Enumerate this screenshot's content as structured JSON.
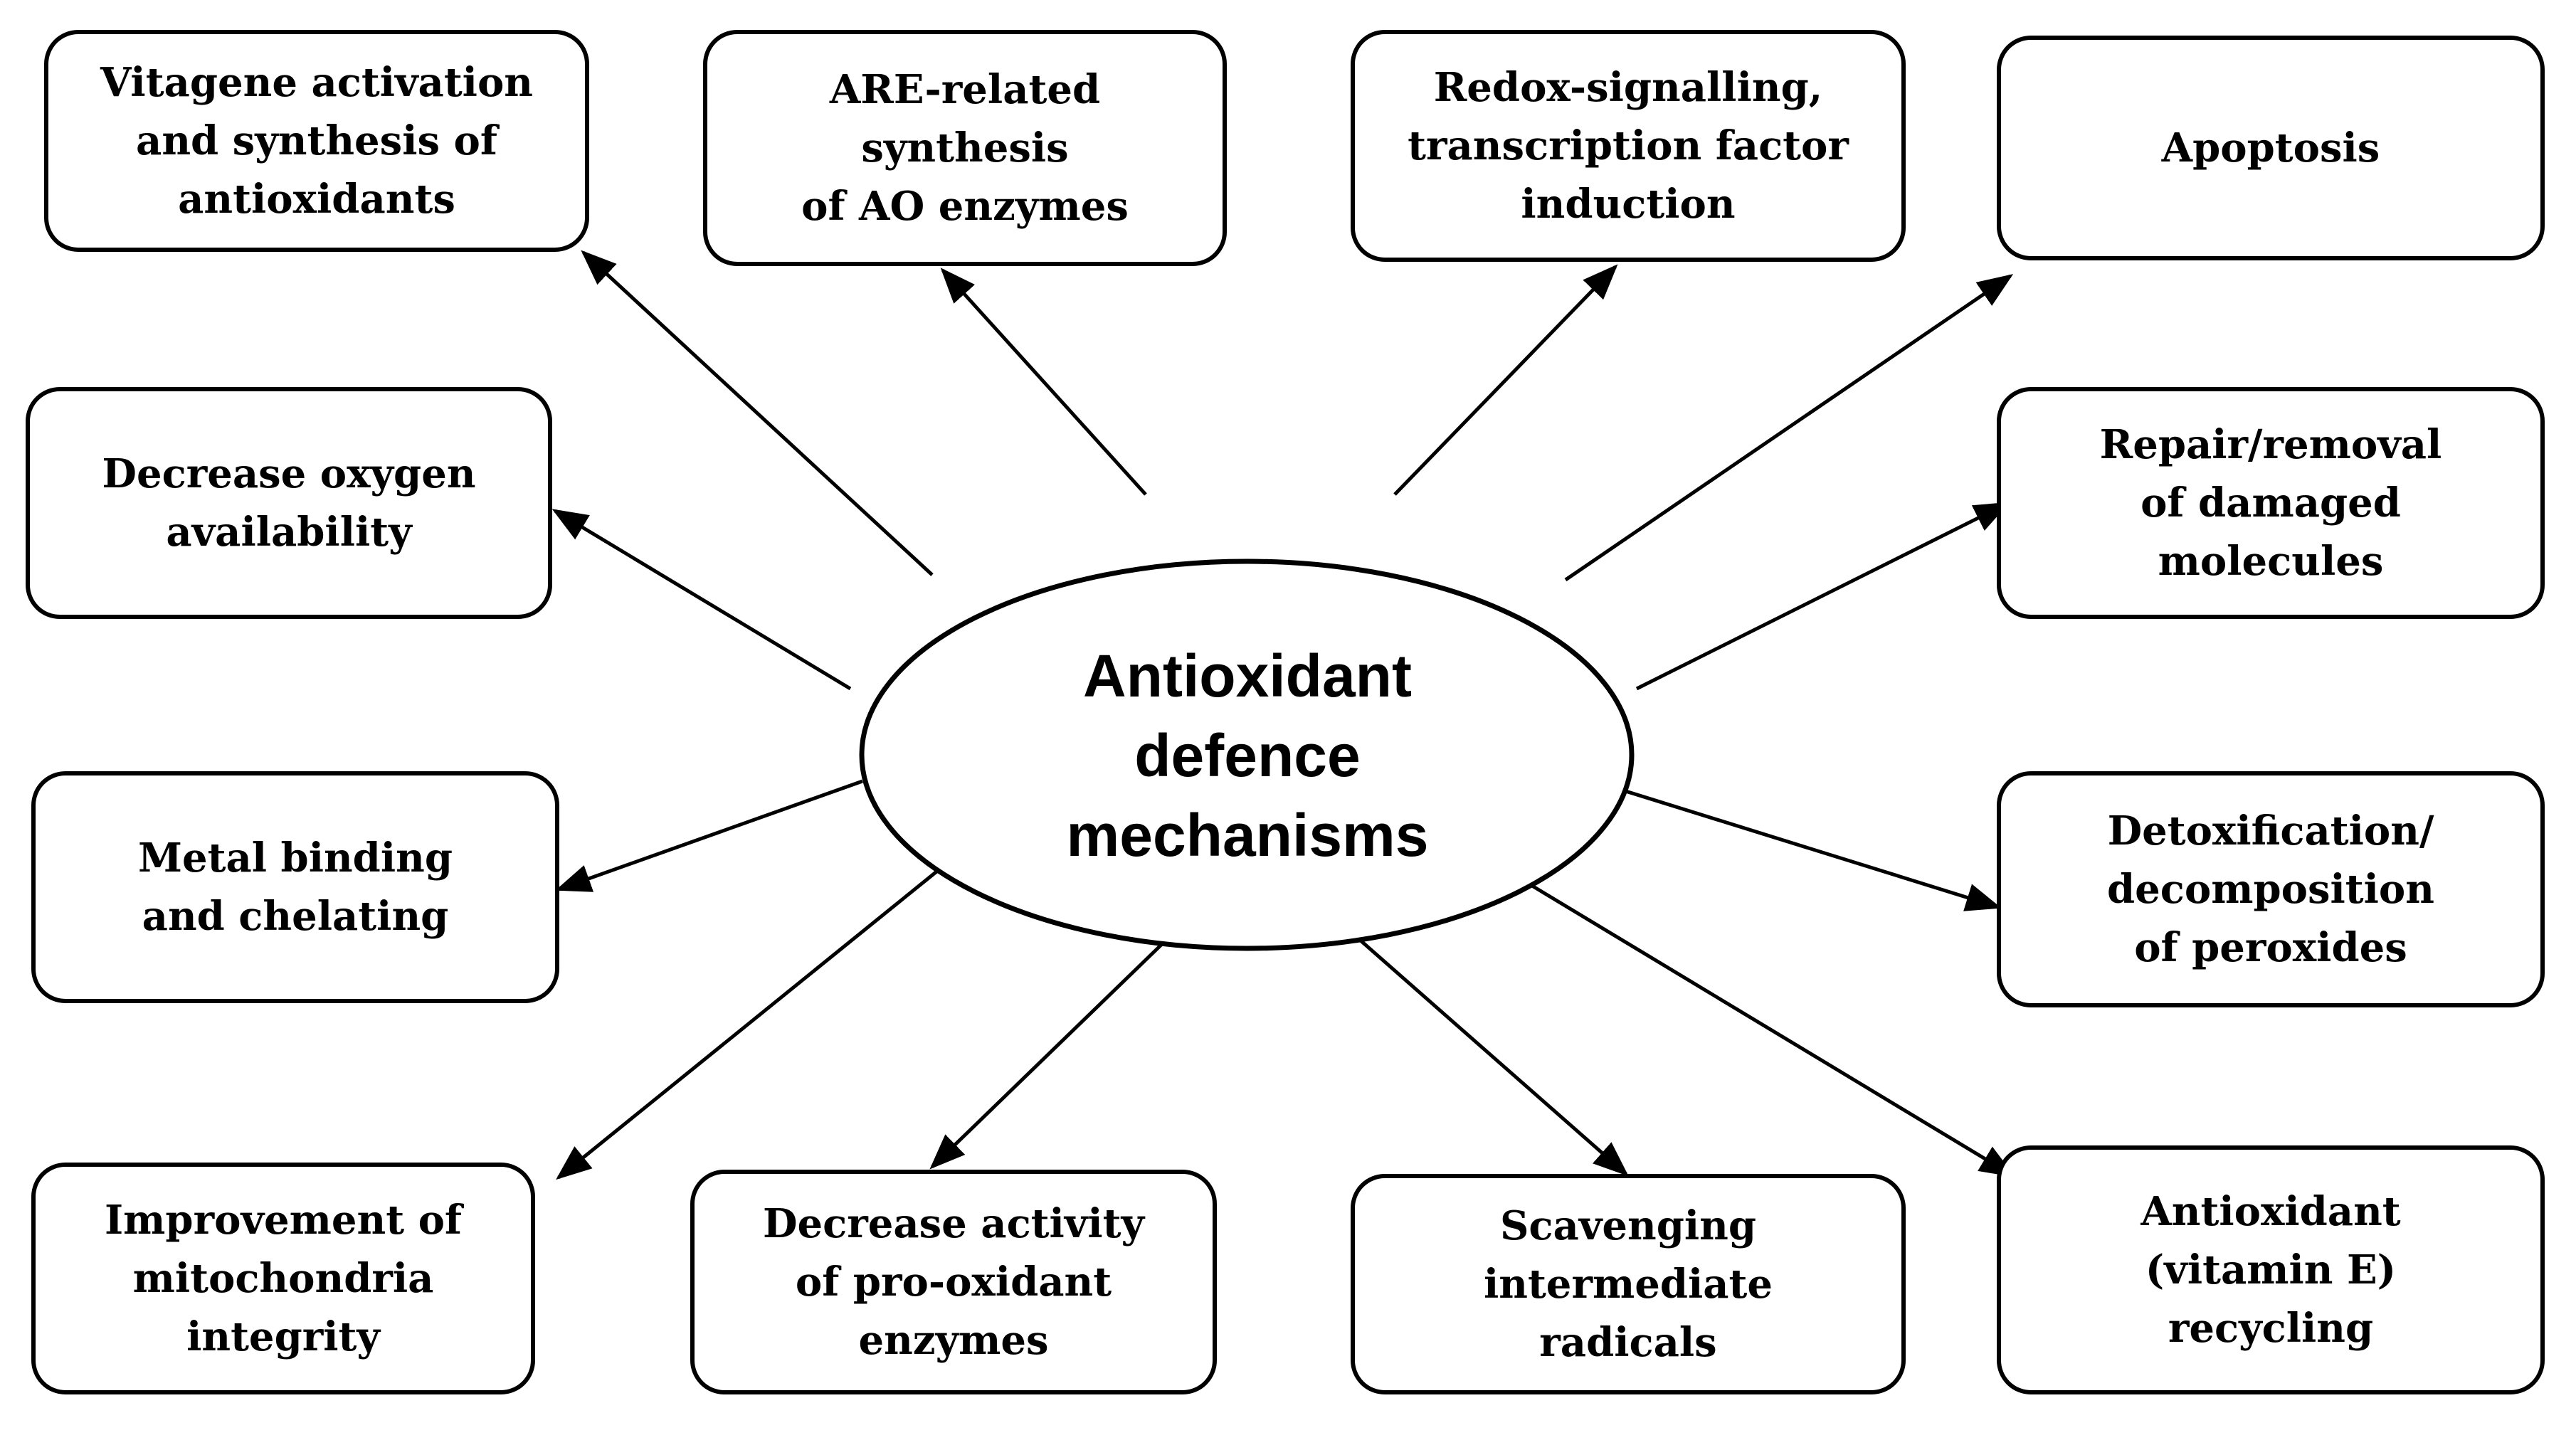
{
  "diagram": {
    "center": {
      "label": "Antioxidant\ndefence\nmechanisms"
    },
    "mechanisms": [
      {
        "id": "vitagene",
        "label": "Vitagene activation\nand synthesis of\nantioxidants"
      },
      {
        "id": "are",
        "label": "ARE-related synthesis\nof AO enzymes"
      },
      {
        "id": "redox",
        "label": "Redox-signalling,\ntranscription factor\ninduction"
      },
      {
        "id": "apoptosis",
        "label": "Apoptosis"
      },
      {
        "id": "oxygen",
        "label": "Decrease oxygen\navailability"
      },
      {
        "id": "repair",
        "label": "Repair/removal\nof damaged\nmolecules"
      },
      {
        "id": "metal",
        "label": "Metal binding\nand chelating"
      },
      {
        "id": "detox",
        "label": "Detoxification/\ndecomposition\nof peroxides"
      },
      {
        "id": "mito",
        "label": "Improvement of\nmitochondria\nintegrity"
      },
      {
        "id": "prooxidant",
        "label": "Decrease activity\nof pro-oxidant\nenzymes"
      },
      {
        "id": "scavenging",
        "label": "Scavenging\nintermediate\nradicals"
      },
      {
        "id": "recycling",
        "label": "Antioxidant\n(vitamin E)\nrecycling"
      }
    ],
    "colors": {
      "stroke": "#000000",
      "background": "#ffffff",
      "text": "#000000"
    }
  }
}
